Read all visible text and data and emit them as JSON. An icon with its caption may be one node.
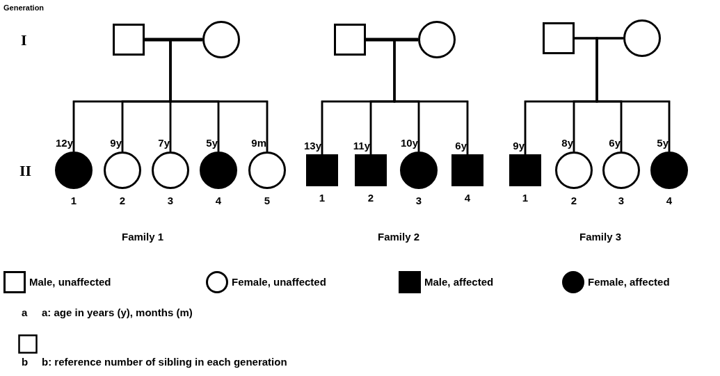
{
  "diagram": {
    "nodes": [
      {
        "text": [],
        "shape": "box"
      },
      {
        "text": [],
        "shape": "circle"
      },
      {
        "text": [],
        "shape": "circle",
        "beside": [
          "12y",
          "1"
        ]
      },
      {
        "text": [],
        "shape": "circle",
        "beside": [
          "9y",
          "2"
        ]
      },
      {
        "text": [],
        "shape": "circle",
        "beside": [
          "7y",
          "3"
        ]
      },
      {
        "text": [],
        "shape": "circle",
        "beside": [
          "5y",
          "4"
        ]
      },
      {
        "text": [],
        "shape": "circle",
        "beside": [
          "9m",
          "5"
        ]
      },
      {
        "text": [],
        "shape": "box"
      },
      {
        "text": [],
        "shape": "circle"
      },
      {
        "text": [],
        "shape": "box",
        "beside": [
          "13y",
          "1"
        ]
      },
      {
        "text": [],
        "shape": "box",
        "beside": [
          "11y",
          "2"
        ]
      },
      {
        "text": [],
        "shape": "circle",
        "beside": [
          "10y",
          "3"
        ]
      },
      {
        "text": [],
        "shape": "box",
        "beside": [
          "6y",
          "4"
        ]
      },
      {
        "text": [],
        "shape": "box"
      },
      {
        "text": [],
        "shape": "circle"
      },
      {
        "text": [],
        "shape": "box",
        "beside": [
          "9y",
          "1"
        ]
      },
      {
        "text": [],
        "shape": "circle",
        "beside": [
          "8y",
          "2"
        ]
      },
      {
        "text": [],
        "shape": "circle",
        "beside": [
          "6y",
          "3"
        ]
      },
      {
        "text": [],
        "shape": "circle",
        "beside": [
          "5y",
          "4"
        ]
      }
    ],
    "edges": [
      {
        "from": 0,
        "to": 1,
        "arrow": "none",
        "style": "thick"
      },
      {
        "from": 0,
        "to": 2,
        "arrow": "none"
      },
      {
        "from": 1,
        "to": 2,
        "arrow": "none"
      },
      {
        "from": 0,
        "to": 3,
        "arrow": "none"
      },
      {
        "from": 1,
        "to": 3,
        "arrow": "none"
      },
      {
        "from": 0,
        "to": 4,
        "arrow": "none"
      },
      {
        "from": 1,
        "to": 4,
        "arrow": "none"
      },
      {
        "from": 0,
        "to": 5,
        "arrow": "none"
      },
      {
        "from": 1,
        "to": 5,
        "arrow": "none"
      },
      {
        "from": 0,
        "to": 6,
        "arrow": "none"
      },
      {
        "from": 1,
        "to": 6,
        "arrow": "none"
      },
      {
        "from": 7,
        "to": 8,
        "arrow": "none",
        "style": "thick"
      },
      {
        "from": 7,
        "to": 9,
        "arrow": "none"
      },
      {
        "from": 8,
        "to": 9,
        "arrow": "none"
      },
      {
        "from": 7,
        "to": 10,
        "arrow": "none"
      },
      {
        "from": 8,
        "to": 10,
        "arrow": "none"
      },
      {
        "from": 7,
        "to": 11,
        "arrow": "none"
      },
      {
        "from": 8,
        "to": 11,
        "arrow": "none"
      },
      {
        "from": 7,
        "to": 12,
        "arrow": "none"
      },
      {
        "from": 8,
        "to": 12,
        "arrow": "none"
      },
      {
        "from": 13,
        "to": 14,
        "arrow": "none"
      },
      {
        "from": 13,
        "to": 15,
        "arrow": "none"
      },
      {
        "from": 14,
        "to": 15,
        "arrow": "none"
      },
      {
        "from": 13,
        "to": 16,
        "arrow": "none"
      },
      {
        "from": 14,
        "to": 16,
        "arrow": "none"
      },
      {
        "from": 13,
        "to": 17,
        "arrow": "none"
      },
      {
        "from": 14,
        "to": 17,
        "arrow": "none"
      },
      {
        "from": 13,
        "to": 18,
        "arrow": "none"
      },
      {
        "from": 14,
        "to": 18,
        "arrow": "none"
      }
    ],
    "labels": [
      "Generation",
      "I",
      "II",
      "Family 1",
      "Family 2",
      "Family 3",
      "a",
      "a: age in years (y),  months (m)",
      "b",
      "b: reference number of sibling in each generation"
    ],
    "legend": [
      {
        "text": "Male, unaffected"
      },
      {
        "text": "Female, unaffected"
      },
      {
        "text": "Male, affected"
      },
      {
        "text": "Female, affected"
      }
    ]
  }
}
